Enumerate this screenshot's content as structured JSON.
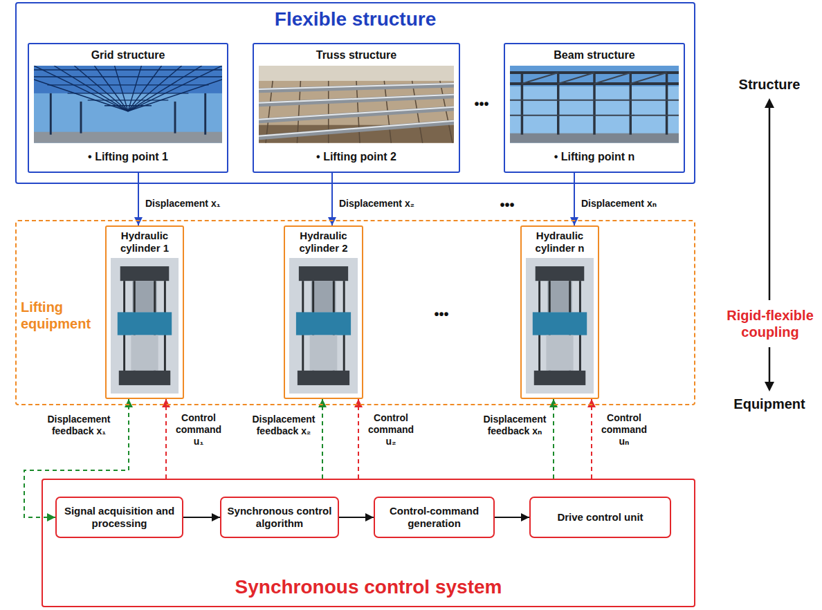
{
  "diagram": {
    "nodes": [
      {
        "text": [
          "Flexible structure"
        ]
      },
      {
        "text": [
          "Grid structure",
          "• Lifting point 1"
        ],
        "in": 0
      },
      {
        "text": [
          "Truss structure",
          "• Lifting point 2"
        ],
        "in": 0
      },
      {
        "text": [
          "Beam structure",
          "• Lifting point n"
        ],
        "in": 0
      },
      {
        "text": [
          "Lifting equipment"
        ]
      },
      {
        "text": [
          "Hydraulic cylinder 1"
        ],
        "in": 4
      },
      {
        "text": [
          "Hydraulic cylinder 2"
        ],
        "in": 4
      },
      {
        "text": [
          "Hydraulic cylinder n"
        ],
        "in": 4
      },
      {
        "text": [
          "Synchronous control system"
        ]
      },
      {
        "text": [
          "Signal acquisition and processing"
        ],
        "in": 8
      },
      {
        "text": [
          "Synchronous control algorithm"
        ],
        "in": 8
      },
      {
        "text": [
          "Control-command generation"
        ],
        "in": 8
      },
      {
        "text": [
          "Drive control unit"
        ],
        "in": 8
      }
    ],
    "edges": [
      {
        "from": 1,
        "to": 5,
        "arrow": "to",
        "label": "Displacement x₁"
      },
      {
        "from": 2,
        "to": 6,
        "arrow": "to",
        "label": "Displacement x₂"
      },
      {
        "from": 3,
        "to": 7,
        "arrow": "to",
        "label": "Displacement xₙ"
      },
      {
        "from": 9,
        "to": 5,
        "arrow": "both",
        "label": "Displacement feedback x₁"
      },
      {
        "from": 8,
        "to": 5,
        "arrow": "to",
        "label": "Control command u₁"
      },
      {
        "from": 8,
        "to": 6,
        "arrow": "to",
        "label": "Displacement feedback x₂"
      },
      {
        "from": 8,
        "to": 6,
        "arrow": "to",
        "label": "Control command u₂"
      },
      {
        "from": 8,
        "to": 7,
        "arrow": "to",
        "label": "Displacement feedback xₙ"
      },
      {
        "from": 8,
        "to": 7,
        "arrow": "to",
        "label": "Control command uₙ"
      },
      {
        "from": 9,
        "to": 10,
        "arrow": "to"
      },
      {
        "from": 10,
        "to": 11,
        "arrow": "to"
      },
      {
        "from": 11,
        "to": 12,
        "arrow": "to"
      }
    ],
    "labels": [
      "•••",
      "•••",
      "•••",
      "Structure",
      "Rigid-flexible coupling",
      "Equipment"
    ]
  }
}
